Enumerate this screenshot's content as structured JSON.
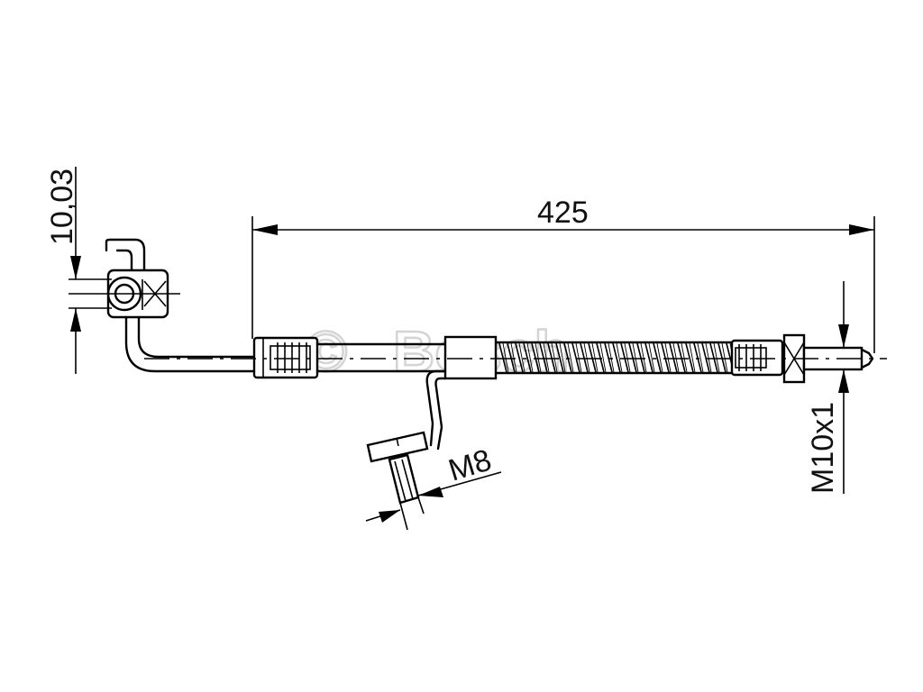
{
  "watermark": {
    "symbol": "©",
    "brand": "Bosch"
  },
  "dimensions": {
    "length": "425",
    "thickness": "10,03",
    "bolt_thread": "M8",
    "outlet_thread": "M10x1"
  }
}
